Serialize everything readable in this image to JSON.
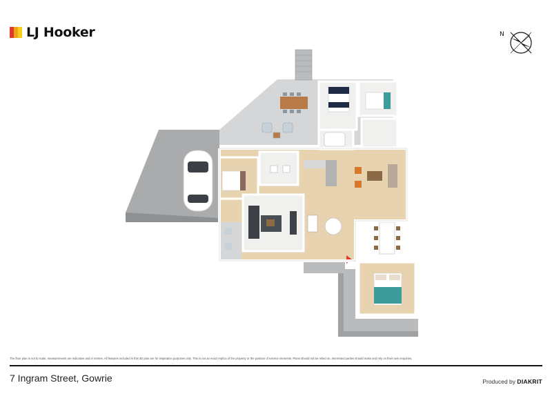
{
  "brand": {
    "name": "LJ Hooker",
    "logo_colors": [
      "#e03a2b",
      "#f0a31a",
      "#f6cf1c"
    ]
  },
  "compass": {
    "label": "N"
  },
  "disclaimer": "The floor plan is not to scale, measurements are indicative and in metres. All features included in this 3D plan are for inspiration purposes only. This is not an exact replica of the property or the position of exterior elements. Plans should not be relied on. Interested parties should make and rely on their own enquiries.",
  "address": "7 Ingram Street, Gowrie",
  "produced_by": {
    "prefix": "Produced by",
    "name": "DIAKRIT"
  },
  "colors": {
    "floor_wood": "#e8d3b0",
    "floor_tile": "#f0f0ee",
    "wall": "#ffffff",
    "concrete": "#a9abad",
    "patio": "#d4d6d8",
    "accent_blue": "#1e2a44",
    "accent_teal": "#3e9b9b",
    "accent_orange": "#d8782a"
  }
}
